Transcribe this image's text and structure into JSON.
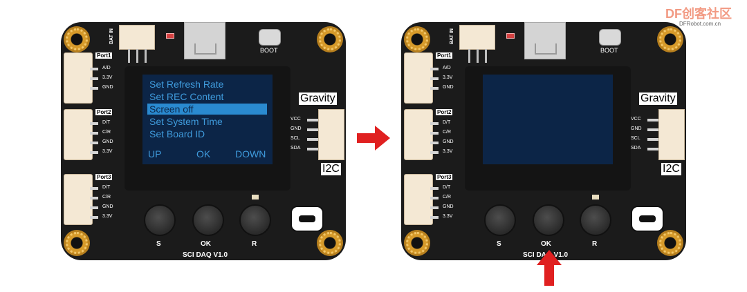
{
  "watermark": {
    "brand": "DF创客社区",
    "url": "DFRobot.com.cn"
  },
  "board": {
    "bat_label": "BAT IN",
    "boot_label": "BOOT",
    "ports": [
      {
        "label": "Port1",
        "pins": [
          "A/D",
          "3.3V",
          "GND"
        ]
      },
      {
        "label": "Port2",
        "pins": [
          "D/T",
          "C/R",
          "GND",
          "3.3V"
        ]
      },
      {
        "label": "Port3",
        "pins": [
          "D/T",
          "C/R",
          "GND",
          "3.3V"
        ]
      }
    ],
    "gravity_label": "Gravity",
    "i2c_label": "I2C",
    "i2c_pins": [
      "VCC",
      "GND",
      "SCL",
      "SDA"
    ],
    "buttons": [
      "S",
      "OK",
      "R"
    ],
    "model": "SCI DAQ V1.0"
  },
  "screen_before": {
    "menu": [
      "Set Refresh Rate",
      "Set REC Content",
      "Screen off",
      "Set System Time",
      "Set Board ID"
    ],
    "selected_index": 2,
    "softkeys": [
      "UP",
      "OK",
      "DOWN"
    ]
  },
  "colors": {
    "board": "#1b1b1b",
    "screen": "#0c2547",
    "screen_text": "#3f9bdc",
    "selection": "#2a8ad0",
    "arrow": "#e02020"
  }
}
